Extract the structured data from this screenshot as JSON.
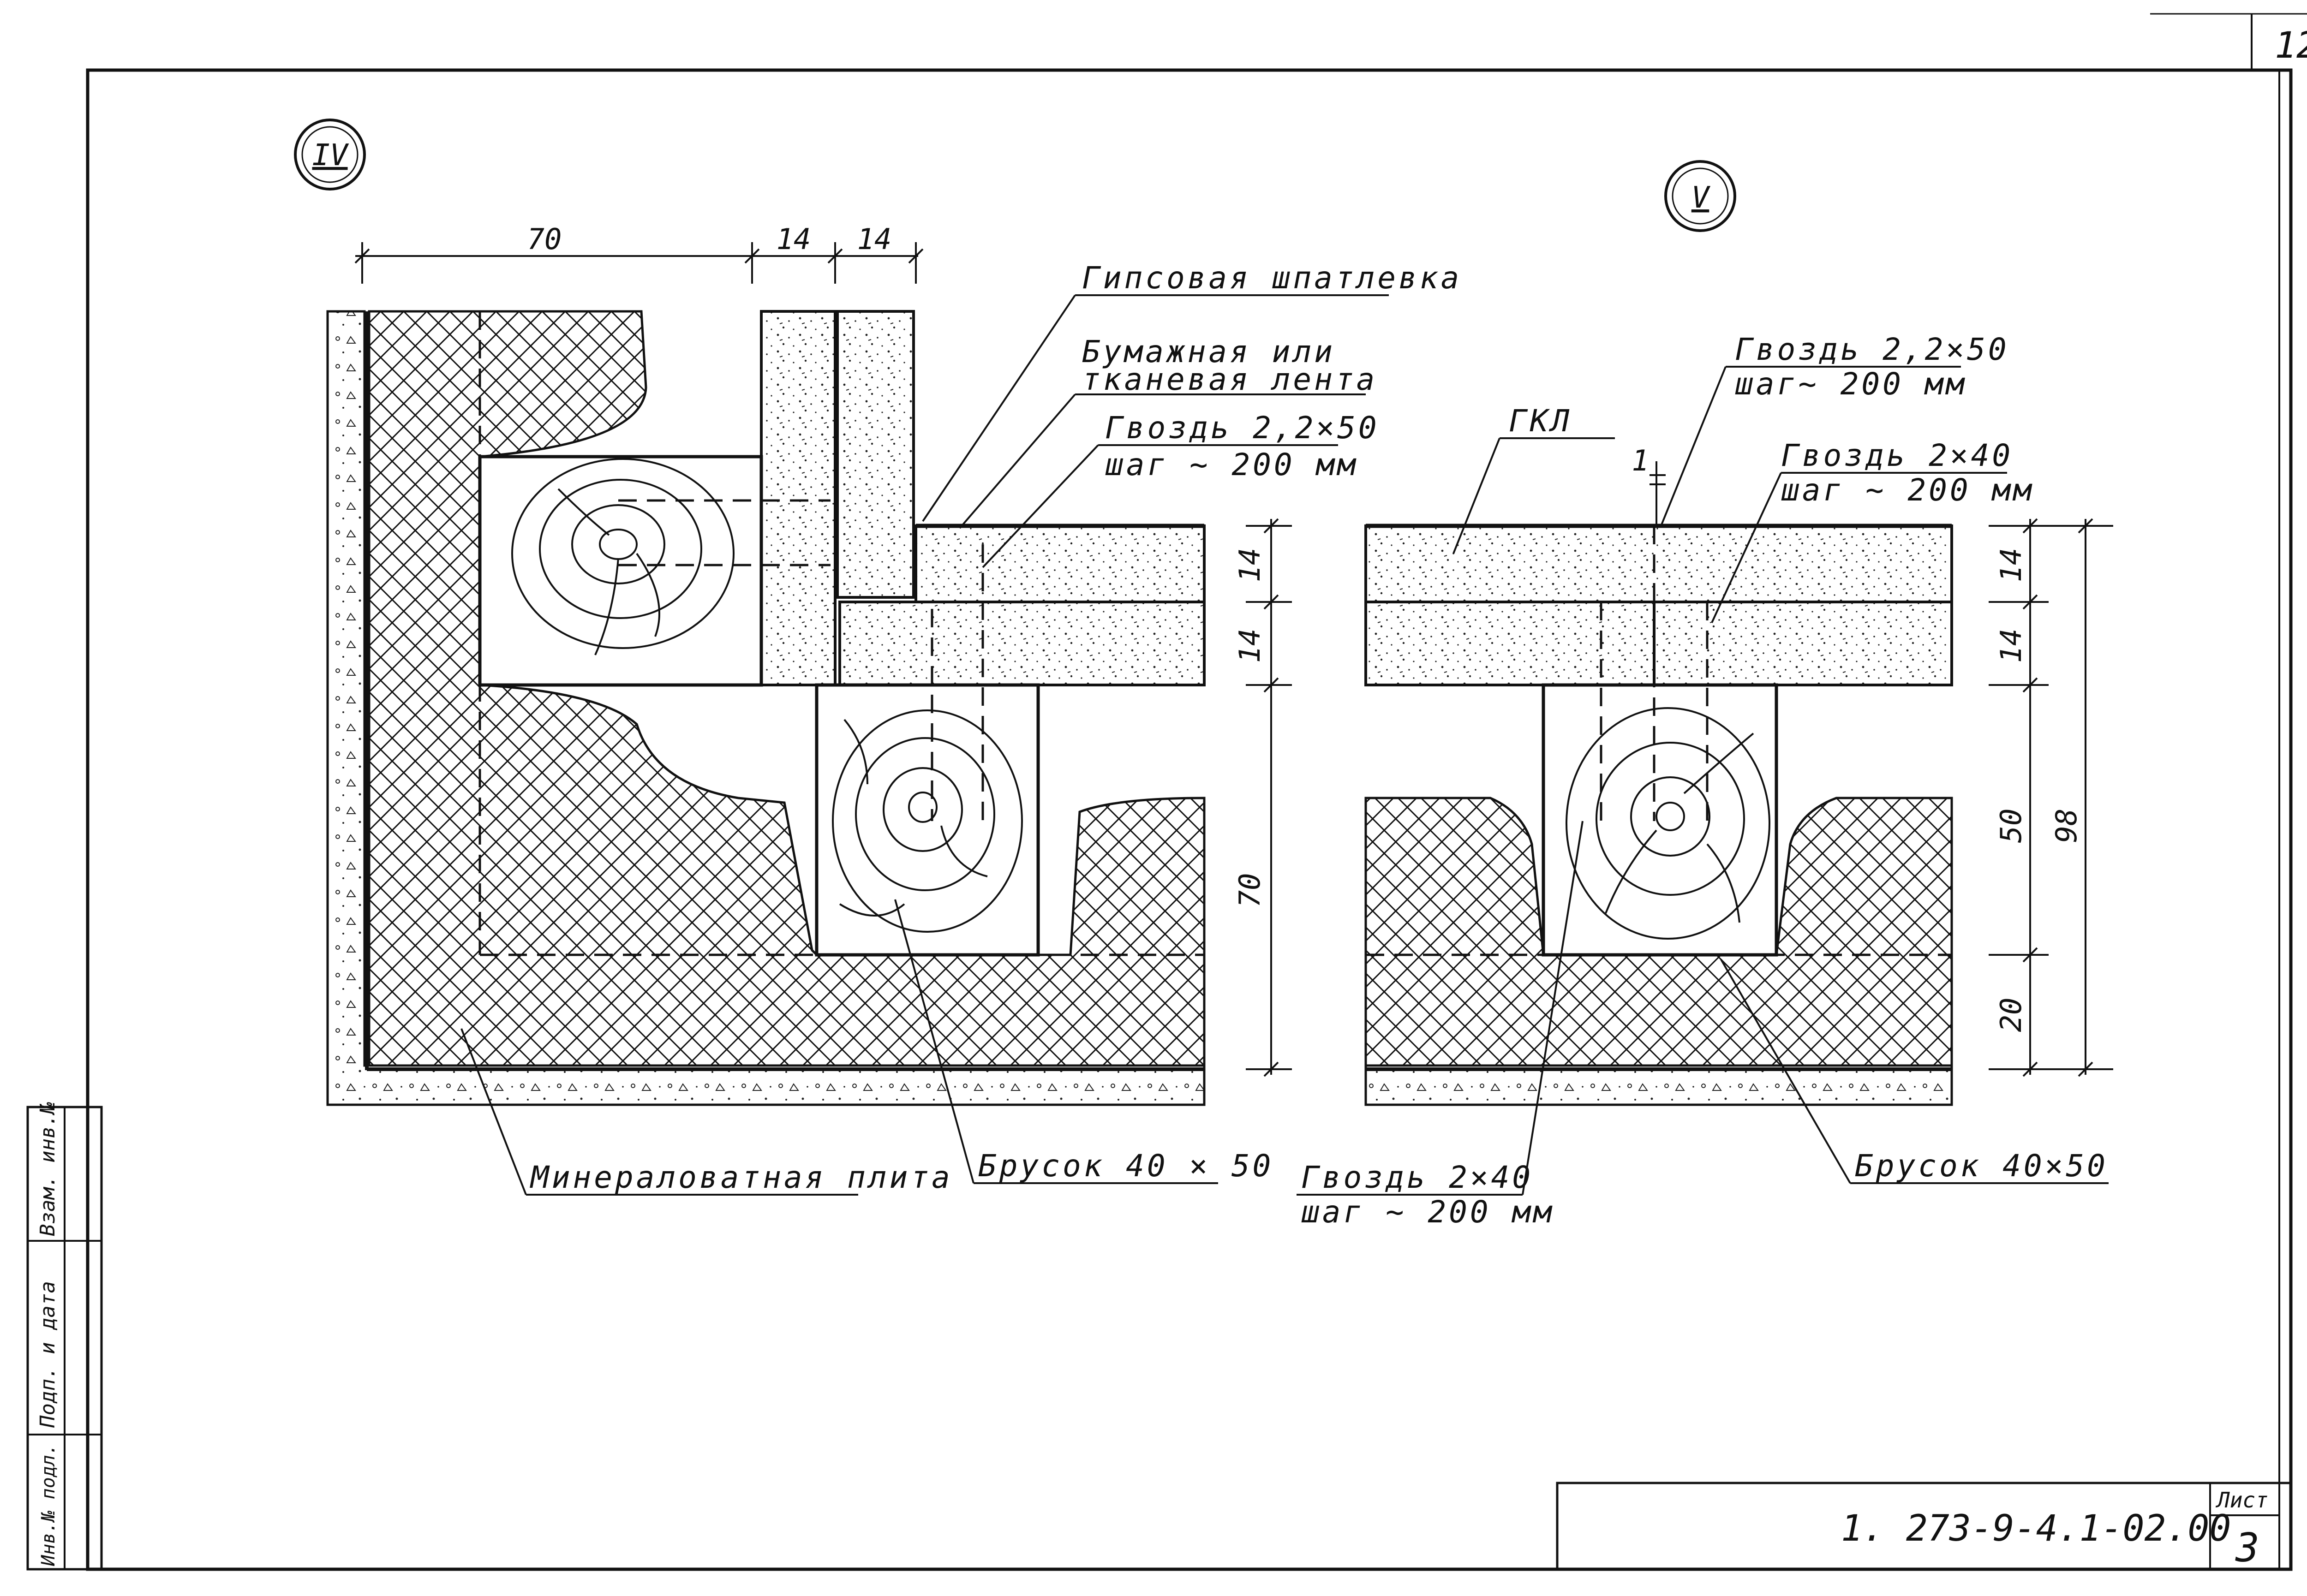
{
  "sheet": {
    "corner_number": "12",
    "document_code": "1. 273-9-4.1-02.00",
    "sheet_label": "Лист",
    "sheet_number": "3",
    "side_stamp": [
      "Взам. инв.№",
      "Подп. и дата",
      "Инв.№ подл."
    ]
  },
  "details": [
    {
      "marker": "IV",
      "dims_top": [
        "70",
        "14",
        "14"
      ],
      "dims_right": [
        "14",
        "14",
        "70"
      ],
      "callouts": [
        "Гипсовая шпатлевка",
        "Бумажная или",
        "тканевая лента",
        "Гвоздь 2,2×50",
        "шаг ~ 200 мм",
        "Минераловатная плита",
        "Брусок 40 × 50"
      ]
    },
    {
      "marker": "V",
      "dims_right_inner": [
        "14",
        "14",
        "50",
        "20"
      ],
      "dims_right_total": "98",
      "gap": "1",
      "callouts": [
        "ГКЛ",
        "Гвоздь 2,2×50",
        "шаг~ 200 мм",
        "Гвоздь 2×40",
        "шаг ~ 200 мм",
        "Гвоздь 2×40",
        "шаг ~ 200 мм",
        "Брусок 40×50"
      ]
    }
  ]
}
